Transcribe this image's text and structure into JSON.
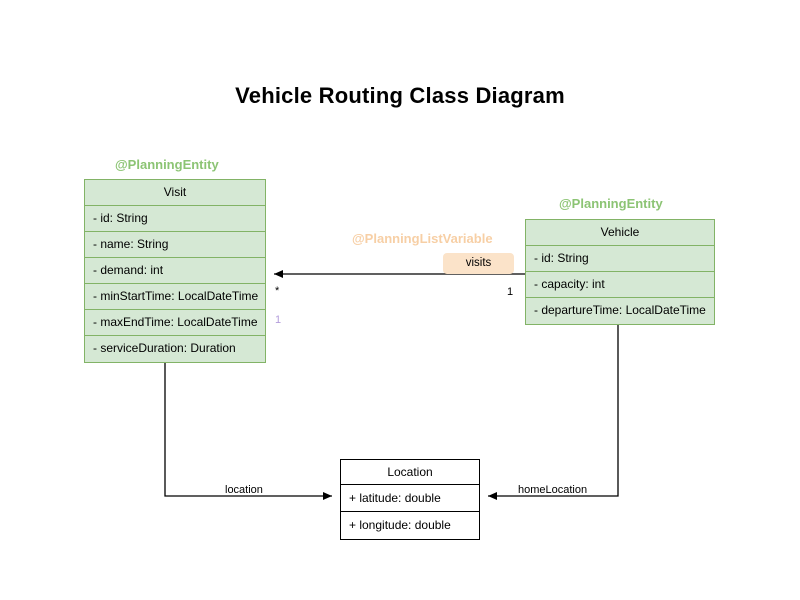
{
  "diagram": {
    "title": "Vehicle Routing Class Diagram",
    "background_color": "#ffffff",
    "entity_fill_color": "#d5e8d4",
    "entity_border_color": "#82b366",
    "entity_annotation_color": "#8cc474",
    "listvariable_annotation_color": "#f7cfa5",
    "badge_fill_color": "#fbe3c9",
    "plain_class_fill_color": "#ffffff",
    "plain_class_border_color": "#000000",
    "multiplicity_highlight_color": "#b39ddb"
  },
  "classes": {
    "visit": {
      "annotation": "@PlanningEntity",
      "name": "Visit",
      "attributes": [
        "- id: String",
        "- name: String",
        "- demand: int",
        "- minStartTime: LocalDateTime",
        "- maxEndTime: LocalDateTime",
        "- serviceDuration: Duration"
      ]
    },
    "vehicle": {
      "annotation": "@PlanningEntity",
      "name": "Vehicle",
      "attributes": [
        "- id: String",
        "- capacity: int",
        "- departureTime: LocalDateTime"
      ]
    },
    "location": {
      "name": "Location",
      "attributes": [
        "+ latitude: double",
        "+ longitude: double"
      ]
    }
  },
  "relationships": {
    "visits": {
      "annotation": "@PlanningListVariable",
      "label": "visits",
      "source": "Vehicle",
      "target": "Visit",
      "source_multiplicity": "1",
      "target_multiplicity": "*",
      "target_multiplicity_secondary": "1"
    },
    "location": {
      "label": "location",
      "source": "Visit",
      "target": "Location"
    },
    "home_location": {
      "label": "homeLocation",
      "source": "Vehicle",
      "target": "Location"
    }
  }
}
